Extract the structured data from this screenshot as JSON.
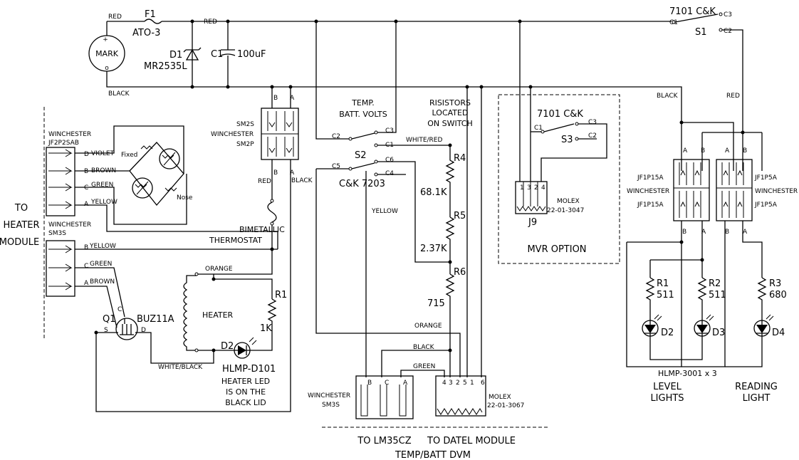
{
  "wire_labels": {
    "red_top": "RED",
    "red_top2": "RED",
    "black_top": "BLACK",
    "black_right": "BLACK",
    "red_right": "RED",
    "violet": "VIOLET",
    "brown1": "BROWN",
    "green1": "GREEN",
    "yellow1": "YELLOW",
    "yellow2": "YELLOW",
    "green2": "GREEN",
    "brown2": "BROWN",
    "red_sm2": "RED",
    "black_sm2": "BLACK",
    "orange1": "ORANGE",
    "white_black": "WHITE/BLACK",
    "white_red": "WHITE/RED",
    "yellow3": "YELLOW",
    "orange2": "ORANGE",
    "black3": "BLACK",
    "green3": "GREEN"
  },
  "components": {
    "fuse": "F1",
    "fuse_part": "ATO-3",
    "mark": "MARK",
    "diode": "D1",
    "diode_part": "MR2535L",
    "cap": "C1",
    "cap_value": "100uF",
    "switch1_part": "7101 C&K",
    "switch1": "S1",
    "switch3_part": "7101 C&K",
    "switch3": "S3",
    "switch2": "S2",
    "switch2_part": "C&K 7203",
    "r4": "R4",
    "r4_value": "68.1K",
    "r5": "R5",
    "r5_value": "2.37K",
    "r6": "R6",
    "r6_value": "715",
    "r1_heater": "R1",
    "r1_heater_value": "1K",
    "q1": "Q1",
    "q1_part": "BUZ11A",
    "heater": "HEATER",
    "d2_heater": "D2",
    "d2_heater_part": "HLMP-D101",
    "thermostat_line1": "BIMETALLIC",
    "thermostat_line2": "THERMOSTAT",
    "fixed": "Fixed",
    "nose": "Nose",
    "r1": "R1",
    "r1_value": "511",
    "r2": "R2",
    "r2_value": "511",
    "r3": "R3",
    "r3_value": "680",
    "d2": "D2",
    "d3": "D3",
    "d4": "D4",
    "hlmp3001": "HLMP-3001 x 3"
  },
  "connectors": {
    "jf2p2sab_line1": "WINCHESTER",
    "jf2p2sab_line2": "JF2P2SAB",
    "sm3s_left_line1": "WINCHESTER",
    "sm3s_left_line2": "SM3S",
    "sm2s": "SM2S",
    "sm2_winchester": "WINCHESTER",
    "sm2p": "SM2P",
    "jf1p15a_1": "JF1P15A",
    "jf1p15a_2": "JF1P15A",
    "jf1p5a_1": "JF1P5A",
    "jf1p5a_2": "JF1P5A",
    "winchester_l": "WINCHESTER",
    "winchester_r": "WINCHESTER",
    "molex_j9": "MOLEX",
    "molex_j9_part": "22-01-3047",
    "j9": "J9",
    "bottom_winchester": "WINCHESTER",
    "bottom_sm3s": "SM3S",
    "bottom_molex": "MOLEX",
    "bottom_molex_part": "22-01-3067"
  },
  "pins": {
    "a": "A",
    "b": "B",
    "c": "C",
    "d": "D",
    "s": "S",
    "c1": "C1",
    "c2": "C2",
    "c3": "C3",
    "c4": "C4",
    "c5": "C5",
    "c6": "C6",
    "p1": "1",
    "p2": "2",
    "p3": "3",
    "p4": "4",
    "p5": "5",
    "p6": "6"
  },
  "notes": {
    "to_heater_1": "TO",
    "to_heater_2": "HEATER",
    "to_heater_3": "MODULE",
    "temp_line1": "TEMP.",
    "temp_line2": "BATT. VOLTS",
    "resistors_line1": "RISISTORS",
    "resistors_line2": "LOCATED",
    "resistors_line3": "ON SWITCH",
    "mvr_option": "MVR OPTION",
    "heater_led_1": "HEATER LED",
    "heater_led_2": "IS ON THE",
    "heater_led_3": "BLACK LID",
    "level_1": "LEVEL",
    "level_2": "LIGHTS",
    "reading_1": "READING",
    "reading_2": "LIGHT",
    "to_lm35": "TO LM35CZ",
    "to_datel": "TO DATEL MODULE",
    "temp_batt_dvm": "TEMP/BATT DVM"
  }
}
